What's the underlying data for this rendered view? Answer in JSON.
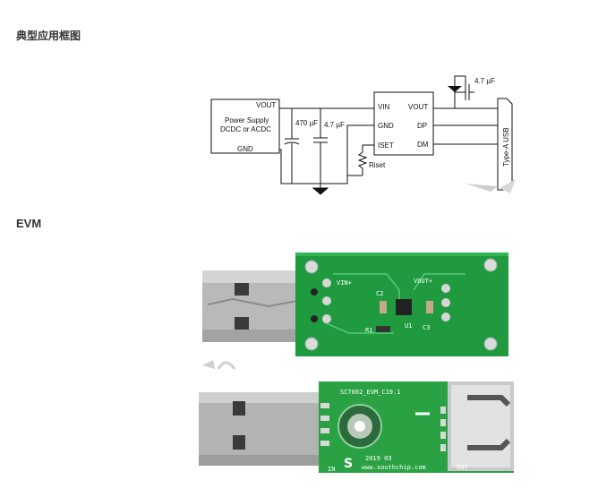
{
  "sections": {
    "typical_app": "典型应用框图",
    "evm": "EVM"
  },
  "schematic": {
    "power_supply_line1": "Power Supply",
    "power_supply_line2": "DCDC or ACDC",
    "vout_left": "VOUT",
    "gnd_left": "GND",
    "cap1": "470 µF",
    "cap2": "4.7 µF",
    "cap3": "4.7 µF",
    "ic_vin": "VIN",
    "ic_gnd": "GND",
    "ic_iset": "ISET",
    "ic_vout": "VOUT",
    "ic_dp": "DP",
    "ic_dm": "DM",
    "riset": "Riset",
    "usb": "Type-A USB"
  },
  "board_top": {
    "vin": "VIN+",
    "vout": "VOUT+",
    "c2": "C2",
    "r1": "R1",
    "u1": "U1",
    "c3": "C3"
  },
  "board_bottom": {
    "title": "SC7002_EVM_C19.1",
    "date": "2019 03",
    "url": "www.southchip.com",
    "in": "IN",
    "out": "OUT"
  }
}
